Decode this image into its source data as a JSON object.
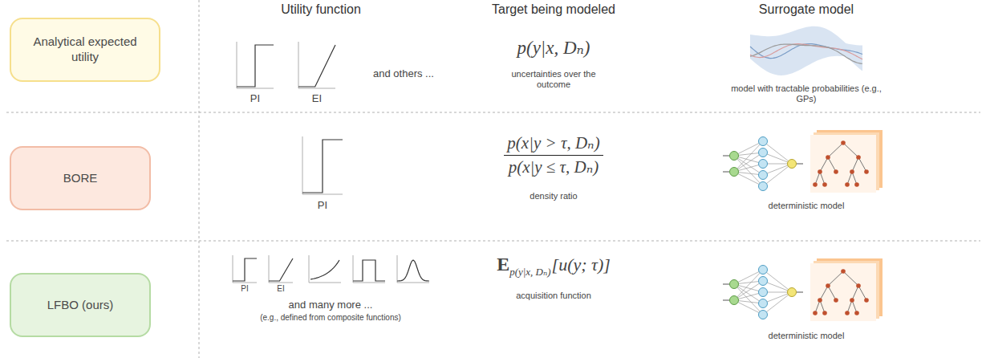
{
  "diagram": {
    "nodes": [
      {
        "text": [
          "Analytical expected utility"
        ]
      },
      {
        "text": [
          "BORE"
        ]
      },
      {
        "text": [
          "LFBO (ours)"
        ]
      }
    ],
    "labels": [
      "Utility function",
      "Target being modeled",
      "Surrogate model",
      "PI",
      "EI",
      "and others ...",
      "p(y|x, Dₙ)",
      "uncertainties over the outcome",
      "model with tractable probabilities (e.g., GPs)",
      "PI",
      "p(x|y > τ, Dₙ)",
      "p(x|y ≤ τ, Dₙ)",
      "density ratio",
      "deterministic model",
      "PI",
      "EI",
      "and many more ...",
      "(e.g., defined from composite functions)",
      "E",
      "p(y|x, Dₙ)",
      "[u(y; τ)]",
      "acquisition function",
      "deterministic model"
    ]
  }
}
